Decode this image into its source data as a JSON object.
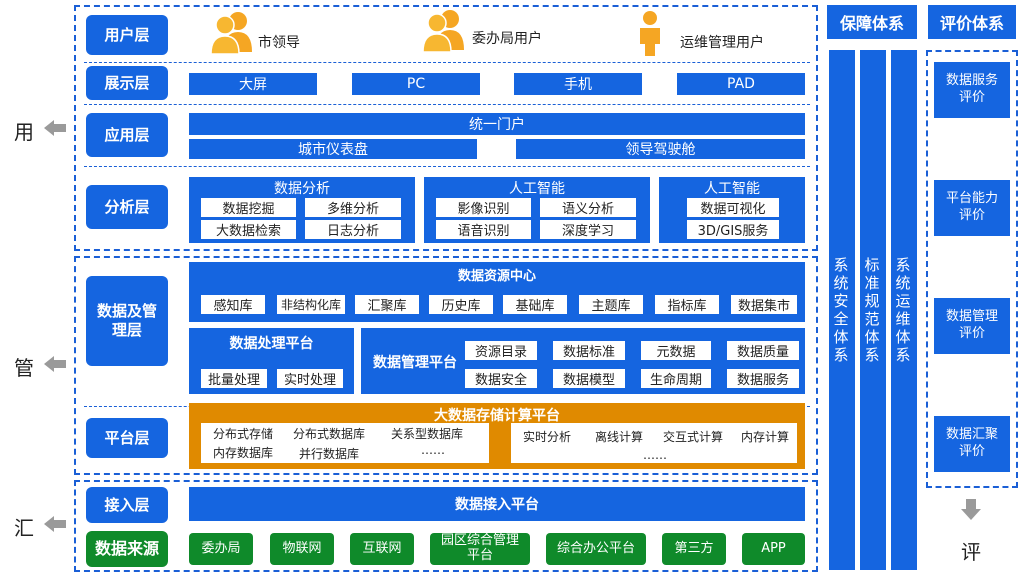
{
  "side": {
    "use": "用",
    "manage": "管",
    "gather": "汇",
    "evaluate": "评"
  },
  "layers": {
    "user": "用户层",
    "display": "展示层",
    "app": "应用层",
    "analysis": "分析层",
    "data_mgmt": "数据及管理层",
    "platform": "平台层",
    "access": "接入层",
    "source": "数据来源"
  },
  "users": [
    "市领导",
    "委办局用户",
    "运维管理用户"
  ],
  "display": [
    "大屏",
    "PC",
    "手机",
    "PAD"
  ],
  "app": {
    "portal": "统一门户",
    "dashboard": "城市仪表盘",
    "cockpit": "领导驾驶舱"
  },
  "analysis": {
    "g1": {
      "title": "数据分析",
      "items": [
        "数据挖掘",
        "多维分析",
        "大数据检索",
        "日志分析"
      ]
    },
    "g2": {
      "title": "人工智能",
      "items": [
        "影像识别",
        "语义分析",
        "语音识别",
        "深度学习"
      ]
    },
    "g3": {
      "title": "人工智能",
      "items": [
        "数据可视化",
        "3D/GIS服务"
      ]
    }
  },
  "resource_center": {
    "title": "数据资源中心",
    "items": [
      "感知库",
      "非结构化库",
      "汇聚库",
      "历史库",
      "基础库",
      "主题库",
      "指标库",
      "数据集市"
    ]
  },
  "processing": {
    "title": "数据处理平台",
    "items": [
      "批量处理",
      "实时处理"
    ]
  },
  "management": {
    "title": "数据管理平台",
    "items": [
      "资源目录",
      "数据标准",
      "元数据",
      "数据质量",
      "数据安全",
      "数据模型",
      "生命周期",
      "数据服务"
    ]
  },
  "bigdata": {
    "title": "大数据存储计算平台",
    "left": [
      "分布式存储",
      "分布式数据库",
      "关系型数据库",
      "内存数据库",
      "并行数据库",
      "……"
    ],
    "right": [
      "实时分析",
      "离线计算",
      "交互式计算",
      "内存计算",
      "……"
    ]
  },
  "access_platform": "数据接入平台",
  "sources": [
    "委办局",
    "物联网",
    "互联网",
    "园区综合管理平台",
    "综合办公平台",
    "第三方",
    "APP"
  ],
  "guarantee": {
    "title": "保障体系",
    "cols": [
      "系统安全体系",
      "标准规范体系",
      "系统运维体系"
    ]
  },
  "evaluation": {
    "title": "评价体系",
    "items": [
      "数据服务评价",
      "平台能力评价",
      "数据管理评价",
      "数据汇聚评价"
    ]
  },
  "colors": {
    "blue": "#1565e0",
    "green": "#0f8a2a",
    "orange": "#e08a00",
    "gray": "#9a9a9a"
  },
  "icons": [
    "user-group-icon",
    "user-group-icon",
    "single-user-icon",
    "arrow-left-icon",
    "arrow-down-icon"
  ]
}
